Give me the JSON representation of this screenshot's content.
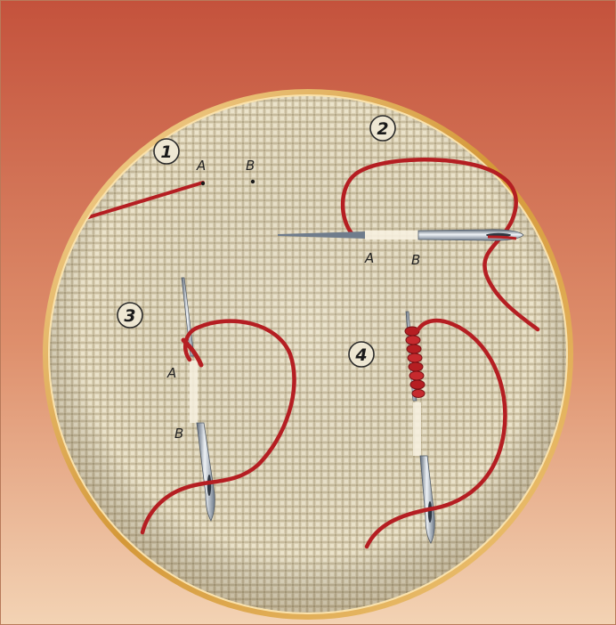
{
  "colors": {
    "background_top": "#c4523c",
    "background_bottom": "#f3d3b4",
    "hoop_outer": "#d9a04a",
    "hoop_inner": "#f7d99a",
    "fabric_base": "#ddd3b7",
    "fabric_grid": "#b7ab8d",
    "thread": "#b51e22",
    "needle_dark": "#6f7c8c",
    "needle_light": "#e9eef3"
  },
  "steps": [
    {
      "number": "1",
      "points": {
        "a": "A",
        "b": "B"
      }
    },
    {
      "number": "2",
      "points": {
        "a": "A",
        "b": "B"
      }
    },
    {
      "number": "3",
      "points": {
        "a": "A",
        "b": "B"
      }
    },
    {
      "number": "4"
    }
  ]
}
